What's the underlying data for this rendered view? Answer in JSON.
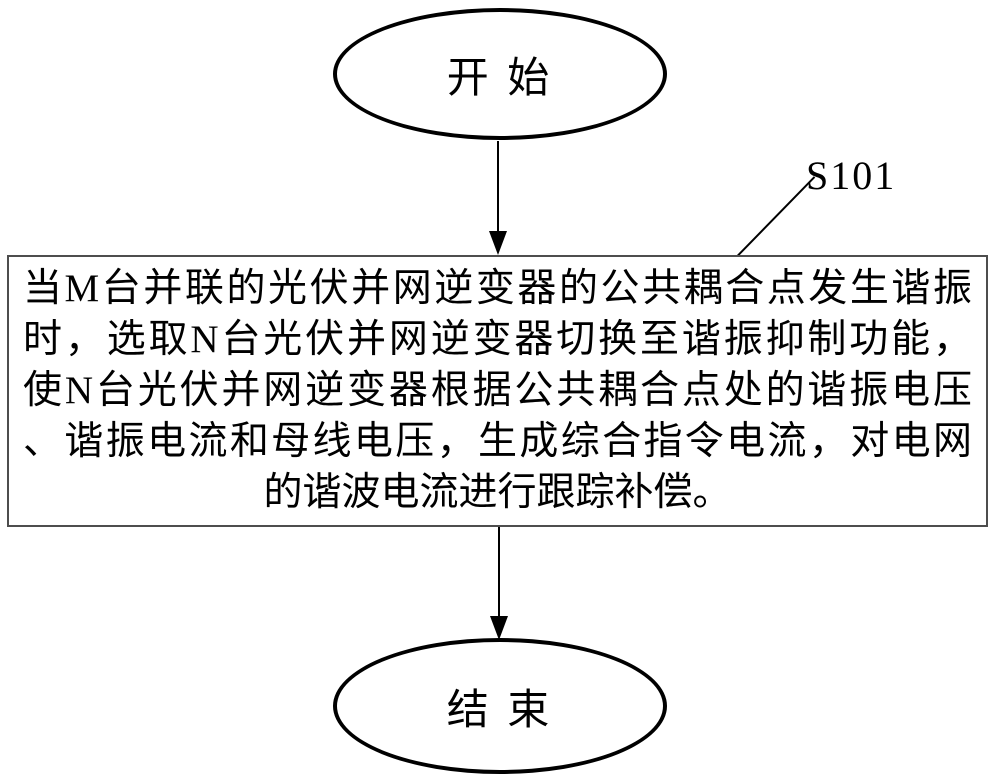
{
  "figure": {
    "type": "flowchart",
    "start_label": "开 始",
    "end_label": "结 束",
    "step_label": "S101",
    "process_lines": [
      "当M台并联的光伏并网逆变器的公共耦合点发生谐振",
      "时，选取N台光伏并网逆变器切换至谐振抑制功能，",
      "使N台光伏并网逆变器根据公共耦合点处的谐振电压",
      "、谐振电流和母线电压，生成综合指令电流，对电网",
      "的谐波电流进行跟踪补偿。"
    ],
    "colors": {
      "stroke": "#000000",
      "box_border": "#4d4d4d",
      "background": "#ffffff",
      "text": "#000000"
    }
  }
}
